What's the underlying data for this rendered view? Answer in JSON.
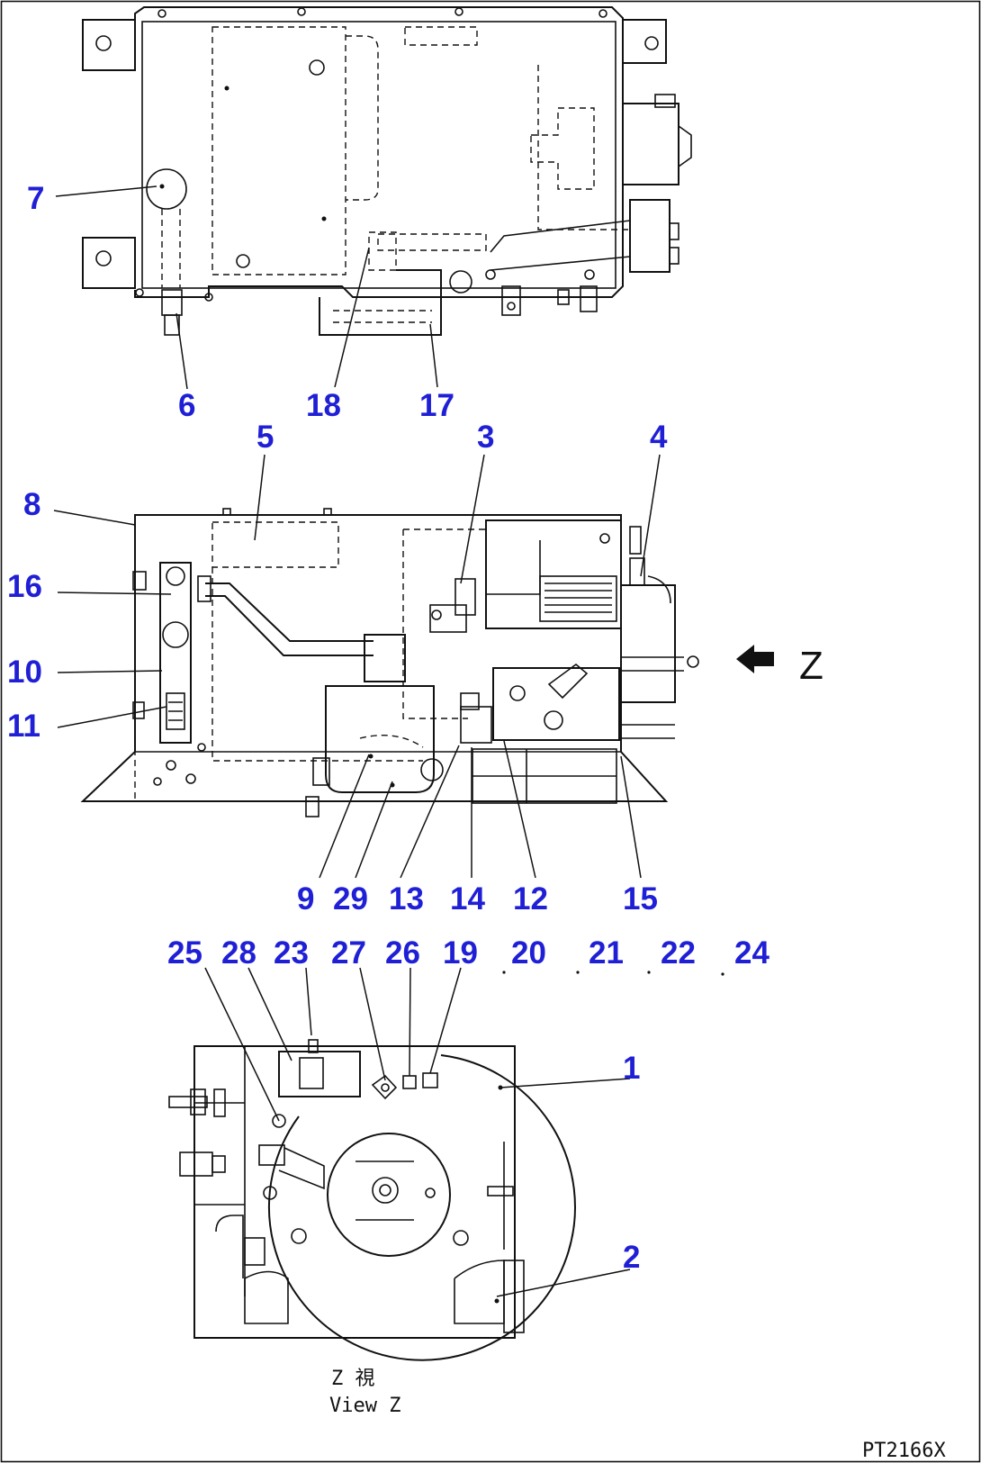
{
  "callouts": {
    "c1": "1",
    "c2": "2",
    "c3": "3",
    "c4": "4",
    "c5": "5",
    "c6": "6",
    "c7": "7",
    "c8": "8",
    "c9": "9",
    "c10": "10",
    "c11": "11",
    "c12": "12",
    "c13": "13",
    "c14": "14",
    "c15": "15",
    "c16": "16",
    "c17": "17",
    "c18": "18",
    "c19": "19",
    "c20": "20",
    "c21": "21",
    "c22": "22",
    "c23": "23",
    "c24": "24",
    "c25": "25",
    "c26": "26",
    "c27": "27",
    "c28": "28",
    "c29": "29"
  },
  "view_arrow_label": "Z",
  "view_caption_line1": "Z  視",
  "view_caption_line2": "View Z",
  "drawing_code": "PT2166X",
  "colors": {
    "callout": "#1f1fd6",
    "line": "#111111",
    "background": "#ffffff"
  }
}
